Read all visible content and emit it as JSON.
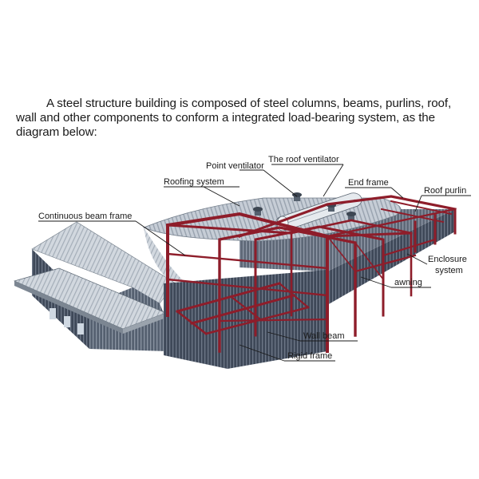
{
  "intro_text": "A steel structure building is composed of steel columns, beams, purlins, roof, wall and other components to conform a integrated load-bearing system, as the diagram below:",
  "labels": {
    "point_ventilator": "Point ventilator",
    "roof_ventilator": "The roof ventilator",
    "roofing_system": "Roofing system",
    "end_frame": "End frame",
    "roof_purlin": "Roof purlin",
    "continuous_beam_frame": "Continuous beam frame",
    "enclosure_system_line1": "Enclosure",
    "enclosure_system_line2": "system",
    "awning": "awning",
    "wall_beam": "Wall beam",
    "rigid_frame": "Rigid frame"
  },
  "colors": {
    "steel_frame": "#8e1d2a",
    "wall_cladding": "#3e4858",
    "roof_panel": "#c9d0d8",
    "text": "#1a1a1a"
  }
}
